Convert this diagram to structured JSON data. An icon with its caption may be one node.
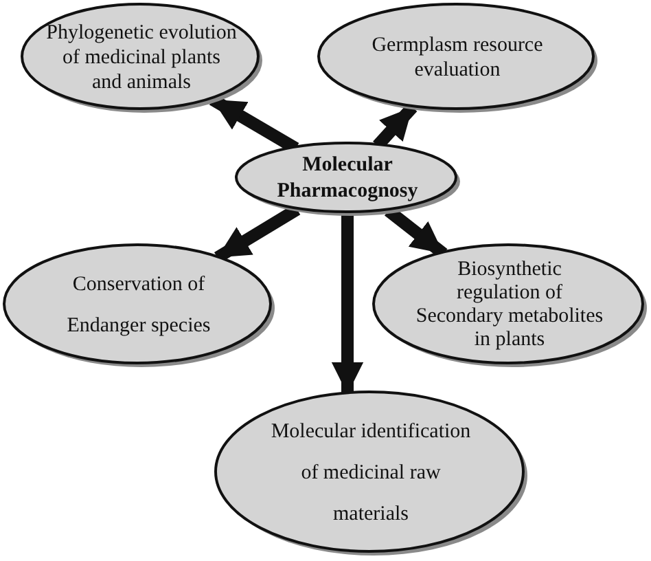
{
  "diagram": {
    "nodes": [
      {
        "text": [
          "Molecular Pharmacognosy"
        ]
      },
      {
        "text": [
          "Phylogenetic evolution of medicinal plants and animals"
        ]
      },
      {
        "text": [
          "Germplasm resource evaluation"
        ]
      },
      {
        "text": [
          "Conservation of Endanger species"
        ]
      },
      {
        "text": [
          "Biosynthetic regulation of Secondary metabolites in plants"
        ]
      },
      {
        "text": [
          "Molecular identification of medicinal raw materials"
        ]
      }
    ],
    "edges": [
      {
        "from": 0,
        "to": 1,
        "arrow": "to"
      },
      {
        "from": 0,
        "to": 2,
        "arrow": "to"
      },
      {
        "from": 0,
        "to": 3,
        "arrow": "to"
      },
      {
        "from": 0,
        "to": 4,
        "arrow": "to"
      },
      {
        "from": 0,
        "to": 5,
        "arrow": "to"
      }
    ]
  }
}
